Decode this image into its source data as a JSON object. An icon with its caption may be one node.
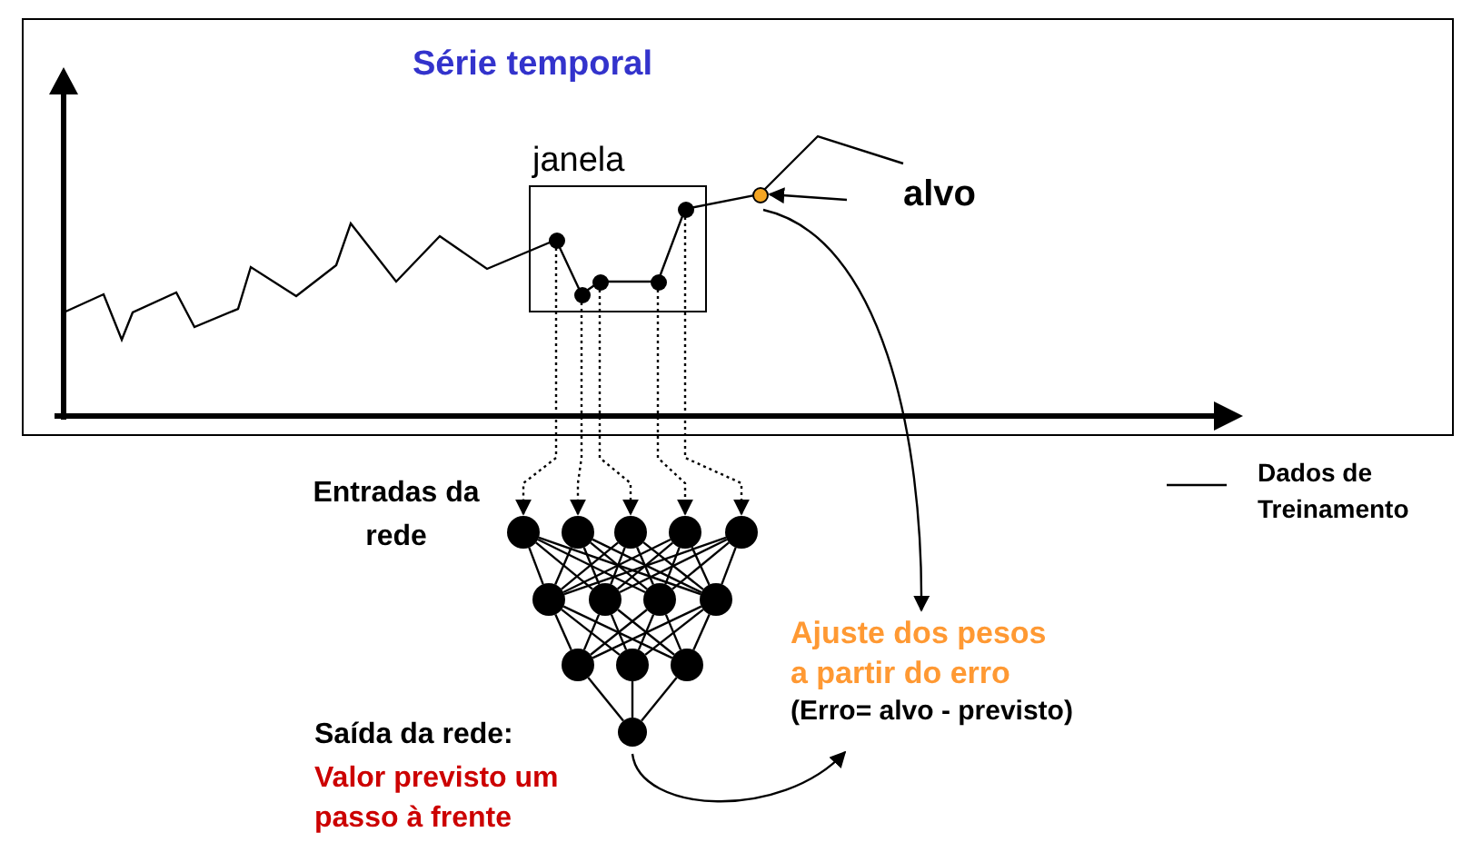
{
  "diagram": {
    "nodes": [
      {
        "text": [
          "Série temporal"
        ]
      },
      {
        "text": [
          "janela"
        ],
        "in": 0
      },
      {
        "text": [],
        "shape": "circle",
        "in": 0
      },
      {
        "text": [
          "alvo"
        ],
        "in": 0
      },
      {
        "text": [],
        "shape": "circle",
        "in": 1
      },
      {
        "text": [],
        "shape": "circle",
        "in": 1
      },
      {
        "text": [],
        "shape": "circle",
        "in": 1
      },
      {
        "text": [],
        "shape": "circle",
        "in": 1
      },
      {
        "text": [],
        "shape": "circle",
        "in": 1
      },
      {
        "text": [],
        "shape": "circle"
      },
      {
        "text": [],
        "shape": "circle"
      },
      {
        "text": [],
        "shape": "circle"
      },
      {
        "text": [],
        "shape": "circle"
      },
      {
        "text": [],
        "shape": "circle"
      },
      {
        "text": [],
        "shape": "circle"
      },
      {
        "text": [],
        "shape": "circle"
      },
      {
        "text": [],
        "shape": "circle"
      },
      {
        "text": [],
        "shape": "circle"
      },
      {
        "text": [],
        "shape": "circle"
      },
      {
        "text": [],
        "shape": "circle"
      },
      {
        "text": [],
        "shape": "circle"
      },
      {
        "text": [],
        "shape": "circle"
      },
      {
        "text": [
          "Ajuste dos pesos a partir do erro",
          "(Erro= alvo - previsto)"
        ]
      }
    ],
    "edges": [
      {
        "from": 3,
        "to": 2,
        "arrow": "to"
      },
      {
        "from": 4,
        "to": 9,
        "arrow": "to",
        "style": "dashed"
      },
      {
        "from": 5,
        "to": 10,
        "arrow": "to",
        "style": "dashed"
      },
      {
        "from": 6,
        "to": 11,
        "arrow": "to",
        "style": "dashed"
      },
      {
        "from": 7,
        "to": 12,
        "arrow": "to",
        "style": "dashed"
      },
      {
        "from": 8,
        "to": 13,
        "arrow": "to",
        "style": "dashed"
      },
      {
        "from": 2,
        "to": 22,
        "arrow": "to"
      },
      {
        "from": 21,
        "to": 22,
        "arrow": "to"
      },
      {
        "from": 9,
        "to": 14,
        "arrow": "none"
      },
      {
        "from": 9,
        "to": 15,
        "arrow": "none"
      },
      {
        "from": 9,
        "to": 16,
        "arrow": "none"
      },
      {
        "from": 9,
        "to": 17,
        "arrow": "none"
      },
      {
        "from": 10,
        "to": 14,
        "arrow": "none"
      },
      {
        "from": 10,
        "to": 15,
        "arrow": "none"
      },
      {
        "from": 10,
        "to": 16,
        "arrow": "none"
      },
      {
        "from": 10,
        "to": 17,
        "arrow": "none"
      },
      {
        "from": 11,
        "to": 14,
        "arrow": "none"
      },
      {
        "from": 11,
        "to": 15,
        "arrow": "none"
      },
      {
        "from": 11,
        "to": 16,
        "arrow": "none"
      },
      {
        "from": 11,
        "to": 17,
        "arrow": "none"
      },
      {
        "from": 12,
        "to": 14,
        "arrow": "none"
      },
      {
        "from": 12,
        "to": 15,
        "arrow": "none"
      },
      {
        "from": 12,
        "to": 16,
        "arrow": "none"
      },
      {
        "from": 12,
        "to": 17,
        "arrow": "none"
      },
      {
        "from": 13,
        "to": 14,
        "arrow": "none"
      },
      {
        "from": 13,
        "to": 15,
        "arrow": "none"
      },
      {
        "from": 13,
        "to": 16,
        "arrow": "none"
      },
      {
        "from": 13,
        "to": 17,
        "arrow": "none"
      },
      {
        "from": 14,
        "to": 18,
        "arrow": "none"
      },
      {
        "from": 14,
        "to": 19,
        "arrow": "none"
      },
      {
        "from": 14,
        "to": 20,
        "arrow": "none"
      },
      {
        "from": 15,
        "to": 18,
        "arrow": "none"
      },
      {
        "from": 15,
        "to": 19,
        "arrow": "none"
      },
      {
        "from": 15,
        "to": 20,
        "arrow": "none"
      },
      {
        "from": 16,
        "to": 18,
        "arrow": "none"
      },
      {
        "from": 16,
        "to": 19,
        "arrow": "none"
      },
      {
        "from": 16,
        "to": 20,
        "arrow": "none"
      },
      {
        "from": 17,
        "to": 18,
        "arrow": "none"
      },
      {
        "from": 17,
        "to": 19,
        "arrow": "none"
      },
      {
        "from": 17,
        "to": 20,
        "arrow": "none"
      },
      {
        "from": 18,
        "to": 21,
        "arrow": "none"
      },
      {
        "from": 19,
        "to": 21,
        "arrow": "none"
      },
      {
        "from": 20,
        "to": 21,
        "arrow": "none"
      }
    ],
    "labels": [
      "Entradas da rede",
      "Saída da rede:",
      "Valor previsto um passo à frente"
    ],
    "legend": [
      {
        "text": "Dados de Treinamento"
      }
    ]
  }
}
